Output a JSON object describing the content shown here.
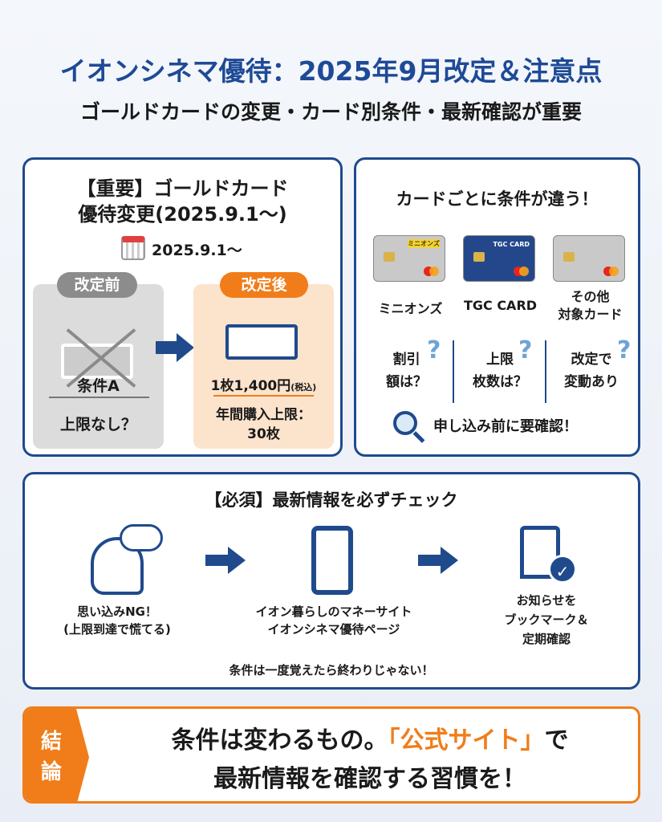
{
  "header": {
    "title": "イオンシネマ優待：2025年9月改定＆注意点",
    "subtitle": "ゴールドカードの変更・カード別条件・最新確認が重要"
  },
  "gold_panel": {
    "title_line1": "【重要】ゴールドカード",
    "title_line2": "優待変更(2025.9.1〜)",
    "date": "2025.9.1〜",
    "before": {
      "label": "改定前",
      "condition": "条件A",
      "limit": "上限なし？"
    },
    "after": {
      "label": "改定後",
      "price": "1枚1,400円",
      "tax": "(税込)",
      "limit_line1": "年間購入上限：",
      "limit_line2": "30枚"
    }
  },
  "cards_panel": {
    "title": "カードごとに条件が違う！",
    "cards": [
      {
        "name": "ミニオンズ",
        "face_text": "ミニオンズ",
        "color": "#c9c9c9"
      },
      {
        "name": "TGC CARD",
        "face_text": "TGC CARD",
        "color": "#24478c"
      },
      {
        "name_line1": "その他",
        "name_line2": "対象カード",
        "color": "#c9c9c9"
      }
    ],
    "questions": [
      {
        "line1": "割引",
        "line2": "額は？"
      },
      {
        "line1": "上限",
        "line2": "枚数は？"
      },
      {
        "line1": "改定で",
        "line2": "変動あり"
      }
    ],
    "check": "申し込み前に要確認！"
  },
  "check_panel": {
    "title": "【必須】最新情報を必ずチェック",
    "steps": [
      {
        "line1": "思い込みNG！",
        "line2": "(上限到達で慌てる)"
      },
      {
        "line1": "イオン暮らしのマネーサイト",
        "line2": "イオンシネマ優待ページ"
      },
      {
        "line1": "お知らせを",
        "line2": "ブックマーク＆",
        "line3": "定期確認"
      }
    ],
    "note": "条件は一度覚えたら終わりじゃない！"
  },
  "conclusion": {
    "tag_line1": "結",
    "tag_line2": "論",
    "line1_pre": "条件は変わるもの。",
    "line1_highlight": "「公式サイト」",
    "line1_post": "で",
    "line2": "最新情報を確認する習慣を！"
  },
  "colors": {
    "navy": "#1f4a8c",
    "orange": "#f07d1a"
  }
}
